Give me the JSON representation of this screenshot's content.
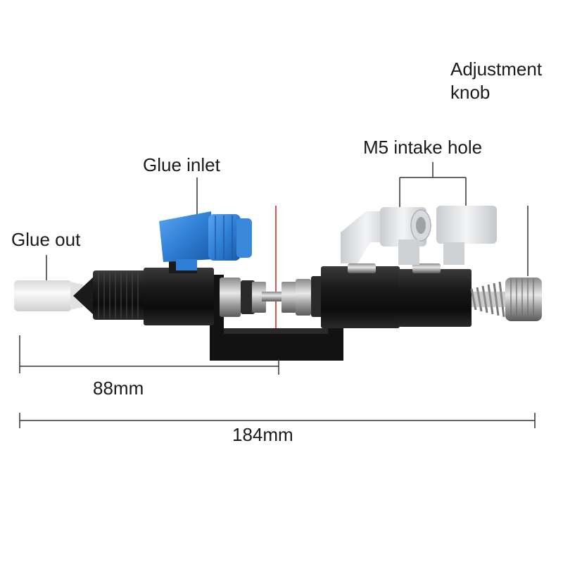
{
  "labels": {
    "adjustment_knob": [
      "Adjustment",
      "knob"
    ],
    "m5_intake_hole": "M5 intake hole",
    "glue_inlet": "Glue inlet",
    "glue_out": "Glue out"
  },
  "dimensions": {
    "short": "88mm",
    "total": "184mm"
  },
  "colors": {
    "body": "#121212",
    "inlet_fitting": "#2f7fd6",
    "intake_fitting": "#e4e6e8",
    "nozzle_cap": "#f0f0f0",
    "center_line": "#d01c1c",
    "dimension_line": "#333333"
  }
}
